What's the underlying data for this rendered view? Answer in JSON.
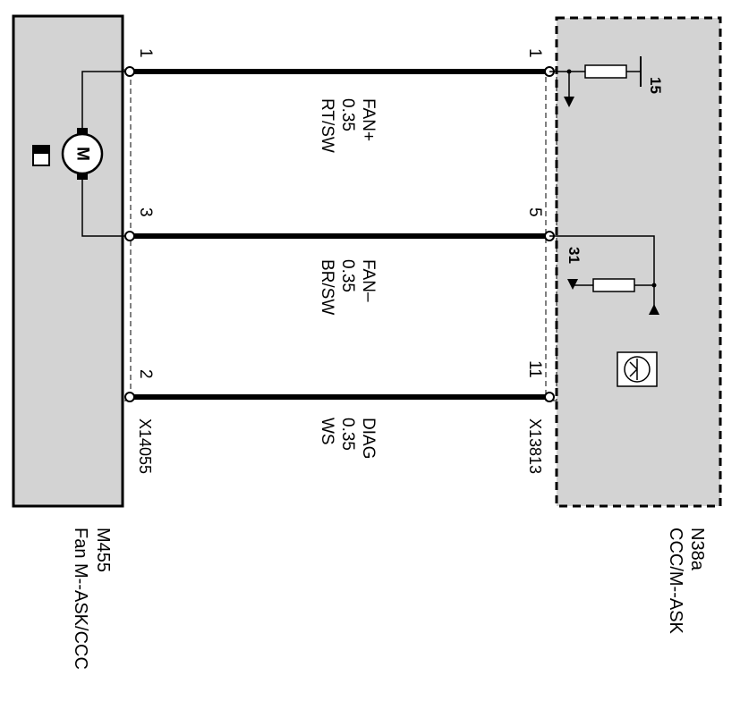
{
  "colors": {
    "module_fill": "#d3d3d3",
    "line": "#000000",
    "background": "#ffffff"
  },
  "left_module": {
    "id": "M455",
    "description": "Fan M--ASK/CCC",
    "connector": "X14055",
    "motor_label": "M",
    "icon": "fan-motor-icon"
  },
  "right_module": {
    "id": "N38a",
    "description": "CCC/M--ASK",
    "connector": "X13813",
    "terminal_15": "15",
    "terminal_31": "31",
    "icon": "transistor-icon"
  },
  "wires": [
    {
      "left_pin": "1",
      "right_pin": "1",
      "signal": "FAN+",
      "gauge": "0.35",
      "color": "RT/SW"
    },
    {
      "left_pin": "3",
      "right_pin": "5",
      "signal": "FAN–",
      "gauge": "0.35",
      "color": "BR/SW"
    },
    {
      "left_pin": "2",
      "right_pin": "11",
      "signal": "DIAG",
      "gauge": "0.35",
      "color": "WS"
    }
  ]
}
